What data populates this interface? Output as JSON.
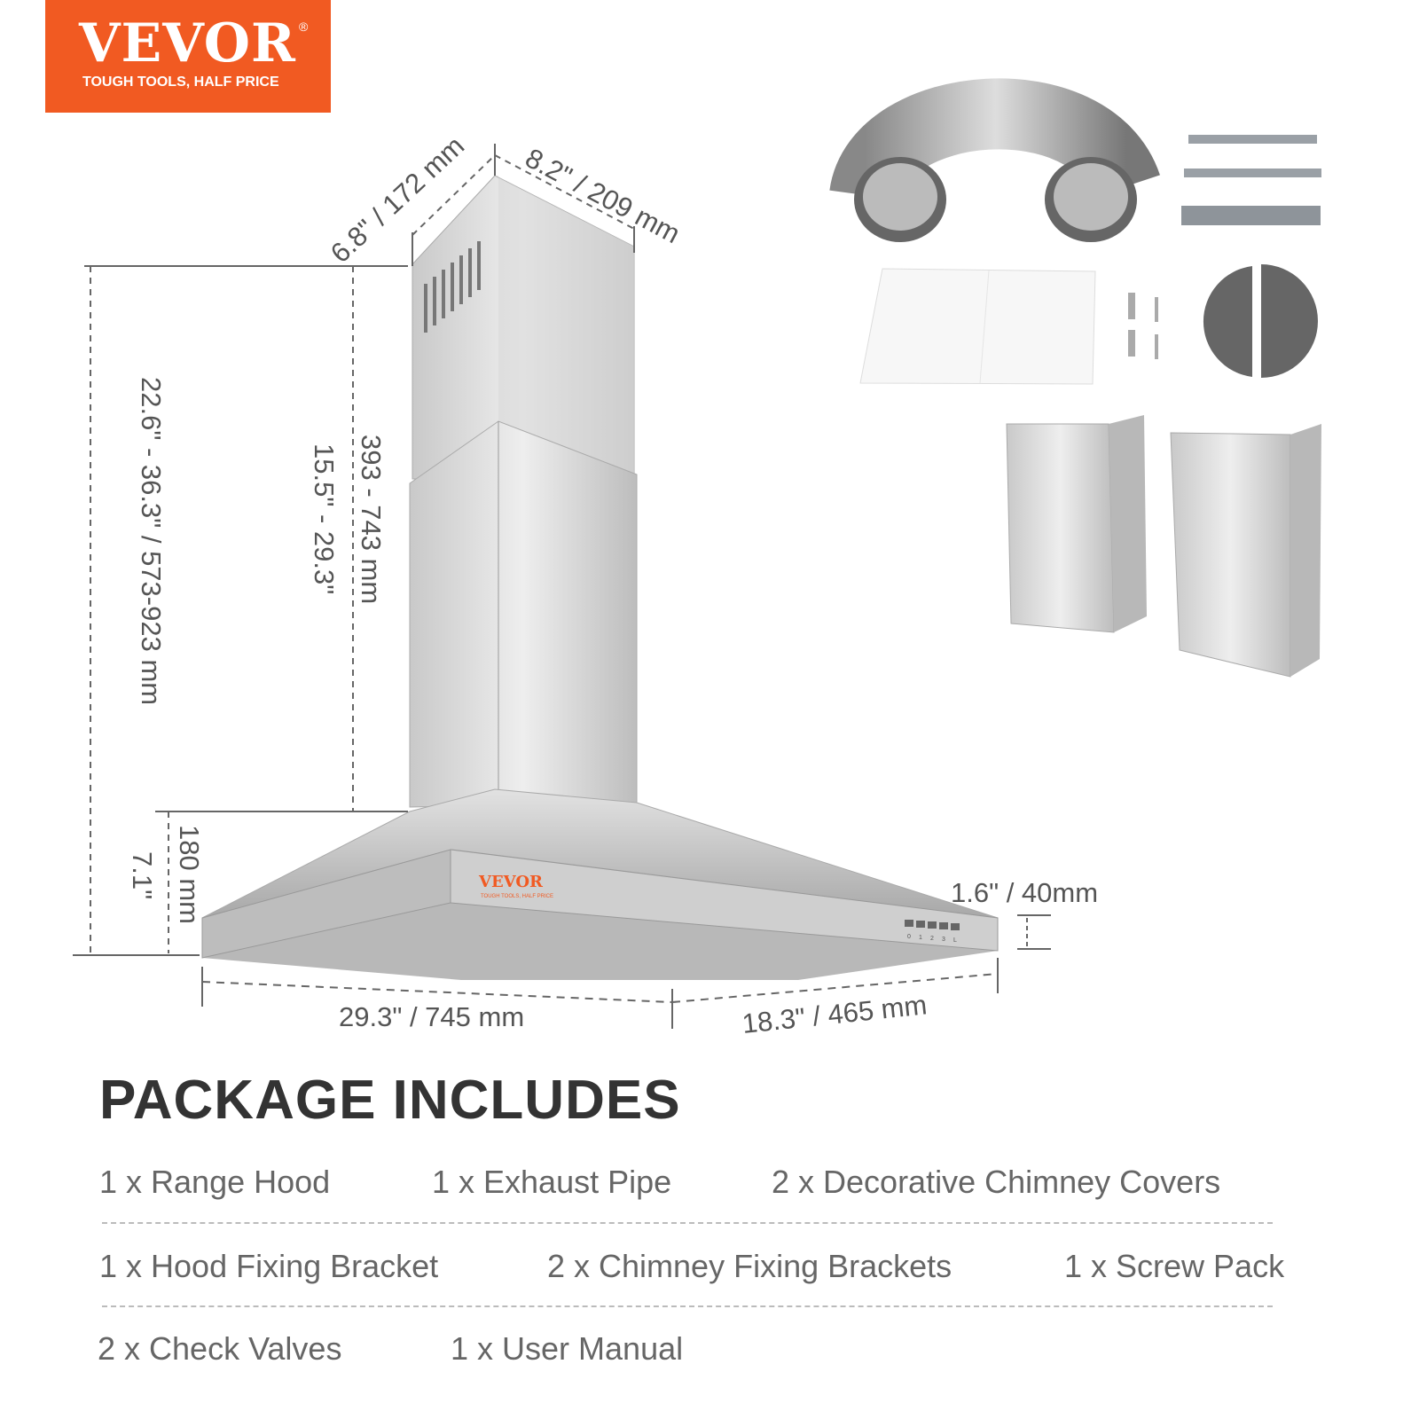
{
  "brand": {
    "name": "VEVOR",
    "registered": "®",
    "tagline": "TOUGH TOOLS, HALF PRICE",
    "color": "#f15a22"
  },
  "dimensions": {
    "depth_top": "6.8\" / 172 mm",
    "width_top": "8.2\" / 209 mm",
    "total_height": "22.6\" - 36.3\" / 573-923 mm",
    "chimney_height_in": "15.5\" - 29.3\"",
    "chimney_height_mm": "393 - 743 mm",
    "hood_height_in": "7.1\"",
    "hood_height_mm": "180 mm",
    "front_thickness": "1.6\" / 40mm",
    "width": "29.3\" / 745 mm",
    "depth": "18.3\" / 465 mm"
  },
  "hood_panel": {
    "brand": "VEVOR",
    "tagline": "TOUGH TOOLS, HALF PRICE",
    "speed_labels": [
      "0",
      "1",
      "2",
      "3",
      "L"
    ]
  },
  "package": {
    "title": "PACKAGE INCLUDES",
    "rows": [
      [
        "1 x Range Hood",
        "1 x Exhaust Pipe",
        "2 x Decorative Chimney Covers"
      ],
      [
        "1 x Hood Fixing Bracket",
        "2 x Chimney Fixing Brackets",
        "1 x Screw Pack"
      ],
      [
        "2 x Check Valves",
        "1 x User Manual"
      ]
    ]
  }
}
